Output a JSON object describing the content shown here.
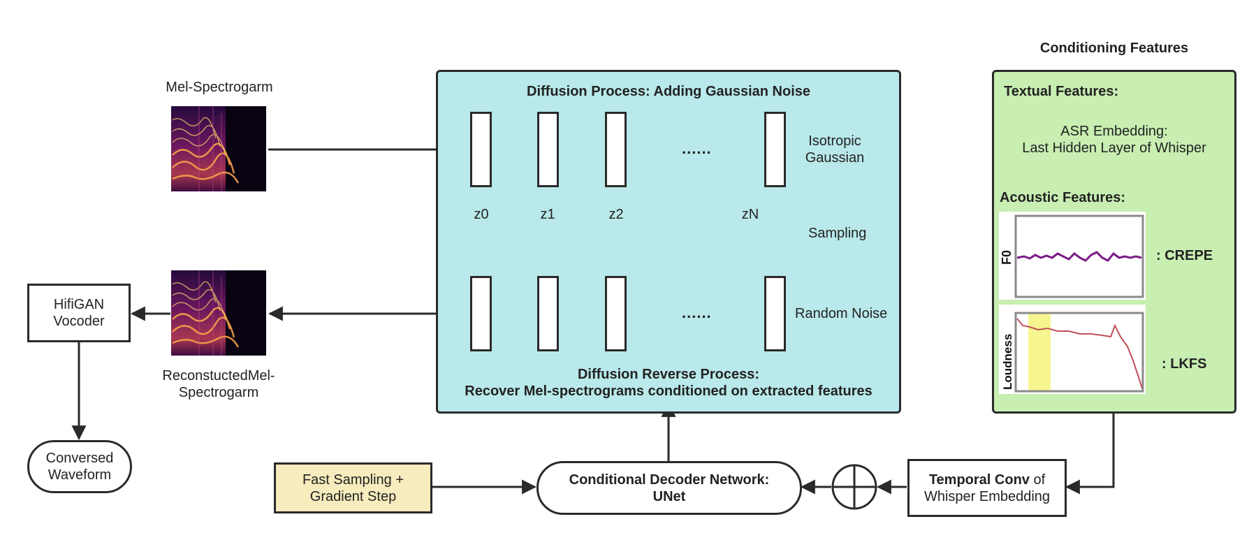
{
  "mel_input": {
    "label": "Mel-Spectrogarm"
  },
  "mel_output": {
    "label_line1": "ReconstuctedMel-",
    "label_line2": "Spectrogarm"
  },
  "diffusion": {
    "title": "Diffusion Process: Adding Gaussian Noise",
    "latents": [
      "z0",
      "z1",
      "z2",
      "zN"
    ],
    "ellipsis": "......",
    "isotropic_line1": "Isotropic",
    "isotropic_line2": "Gaussian",
    "sampling": "Sampling",
    "random_noise": "Random Noise",
    "reverse_line1": "Diffusion Reverse Process:",
    "reverse_line2": "Recover Mel-spectrograms conditioned on extracted features"
  },
  "vocoder": {
    "line1": "HifiGAN",
    "line2": "Vocoder"
  },
  "waveform": {
    "line1": "Conversed",
    "line2": "Waveform"
  },
  "fast_sampling": {
    "line1": "Fast Sampling +",
    "line2": "Gradient Step"
  },
  "decoder": {
    "line1": "Conditional Decoder Network:",
    "line2": "UNet"
  },
  "temporal_conv": {
    "bold": "Temporal Conv",
    "rest": " of",
    "line2": "Whisper Embedding"
  },
  "conditioning": {
    "title": "Conditioning Features",
    "textual_heading": "Textual Features:",
    "asr_line1": "ASR Embedding:",
    "asr_line2": "Last Hidden Layer of Whisper",
    "acoustic_heading": "Acoustic Features:",
    "f0_axis": "F0",
    "f0_method": ": CREPE",
    "loudness_axis": "Loudness",
    "loudness_method": ": LKFS"
  },
  "colors": {
    "diffusion_bg": "#b9e9ea",
    "conditioning_bg": "#c8eeb2",
    "fast_sampling_bg": "#f6ecbd",
    "f0_line": "#7a1a86",
    "loudness_line": "#c0505a",
    "highlight": "#f4f26a"
  },
  "icons": [
    "plus-circle-icon",
    "arrow-icon",
    "spectrogram-image"
  ]
}
